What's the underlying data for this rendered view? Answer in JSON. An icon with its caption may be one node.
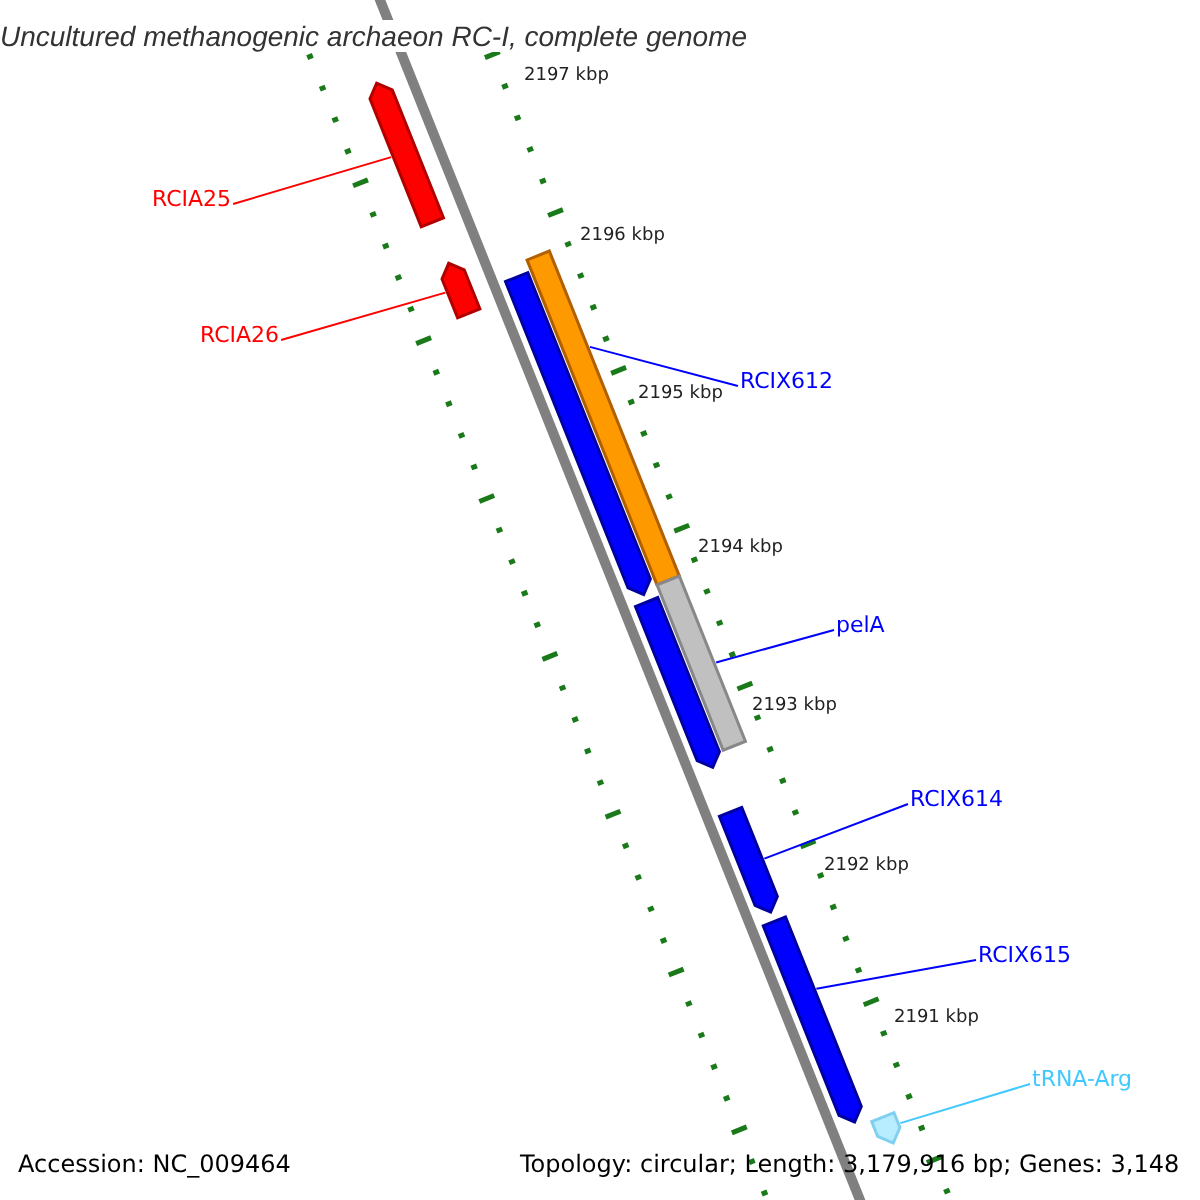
{
  "diagram": {
    "title": "Uncultured methanogenic archaeon RC-I, complete genome",
    "nodes": [
      {
        "text": [],
        "shape": "bar"
      },
      {
        "text": [],
        "shape": "bar"
      },
      {
        "text": [],
        "shape": "bar"
      },
      {
        "text": [],
        "shape": "bar"
      },
      {
        "text": [],
        "shape": "bar"
      },
      {
        "text": [],
        "shape": "bar"
      },
      {
        "text": [],
        "shape": "bar"
      },
      {
        "text": [],
        "shape": "bar"
      },
      {
        "text": [],
        "shape": "bar"
      },
      {
        "text": [
          "RCIA25"
        ]
      },
      {
        "text": [
          "RCIA26"
        ]
      },
      {
        "text": [
          "RCIX612"
        ]
      },
      {
        "text": [
          "pelA"
        ]
      },
      {
        "text": [
          "RCIX614"
        ]
      },
      {
        "text": [
          "RCIX615"
        ]
      },
      {
        "text": [
          "tRNA-Arg"
        ]
      }
    ],
    "edges": [
      {
        "from": 9,
        "to": 0,
        "arrow": "none",
        "color": "#ff0000"
      },
      {
        "from": 10,
        "to": 1,
        "arrow": "none",
        "color": "#ff0000"
      },
      {
        "from": 11,
        "to": 3,
        "arrow": "none"
      },
      {
        "from": 12,
        "to": 4,
        "arrow": "none"
      },
      {
        "from": 13,
        "to": 6,
        "arrow": "none"
      },
      {
        "from": 14,
        "to": 7,
        "arrow": "none"
      },
      {
        "from": 15,
        "to": 8,
        "arrow": "none",
        "color": "#40c8ff"
      }
    ],
    "labels": [
      "2197 kbp",
      "2196 kbp",
      "2195 kbp",
      "2194 kbp",
      "2193 kbp",
      "2192 kbp",
      "2191 kbp",
      "Accession: NC_009464",
      "Topology: circular; Length: 3,179,916 bp; Genes: 3,148"
    ]
  }
}
